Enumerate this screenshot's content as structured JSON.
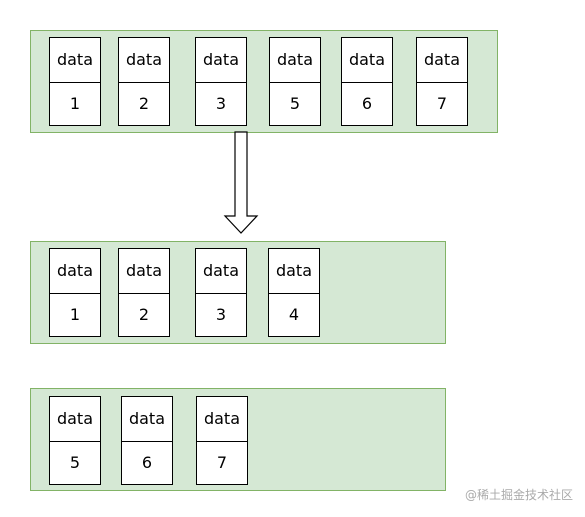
{
  "diagram": {
    "source_block": {
      "cells": [
        {
          "field": "data",
          "value": "1"
        },
        {
          "field": "data",
          "value": "2"
        },
        {
          "field": "data",
          "value": "3"
        },
        {
          "field": "data",
          "value": "5"
        },
        {
          "field": "data",
          "value": "6"
        },
        {
          "field": "data",
          "value": "7"
        }
      ]
    },
    "target_block_1": {
      "cells": [
        {
          "field": "data",
          "value": "1"
        },
        {
          "field": "data",
          "value": "2"
        },
        {
          "field": "data",
          "value": "3"
        },
        {
          "field": "data",
          "value": "4"
        }
      ]
    },
    "target_block_2": {
      "cells": [
        {
          "field": "data",
          "value": "5"
        },
        {
          "field": "data",
          "value": "6"
        },
        {
          "field": "data",
          "value": "7"
        }
      ]
    }
  },
  "watermark": {
    "text": "@稀土掘金技术社区"
  },
  "colors": {
    "container_fill": "#d5e8d4",
    "container_border": "#82b366",
    "cell_fill": "#ffffff",
    "cell_border": "#000000",
    "arrow_fill": "#ffffff",
    "arrow_stroke": "#000000",
    "watermark_text": "#aaaaaa"
  }
}
